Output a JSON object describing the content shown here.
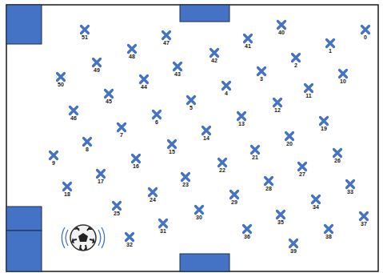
{
  "diagram": {
    "labels": [
      "0",
      "1",
      "2",
      "3",
      "4",
      "5",
      "6",
      "7",
      "8",
      "9",
      "10",
      "11",
      "12",
      "13",
      "14",
      "15",
      "16",
      "17",
      "18",
      "19",
      "20",
      "21",
      "22",
      "23",
      "24",
      "25",
      "26",
      "27",
      "28",
      "29",
      "30",
      "31",
      "32",
      "33",
      "34",
      "35",
      "36",
      "37",
      "38",
      "39",
      "40",
      "41",
      "42",
      "43",
      "44",
      "45",
      "46",
      "47",
      "48",
      "49",
      "50",
      "51"
    ]
  }
}
